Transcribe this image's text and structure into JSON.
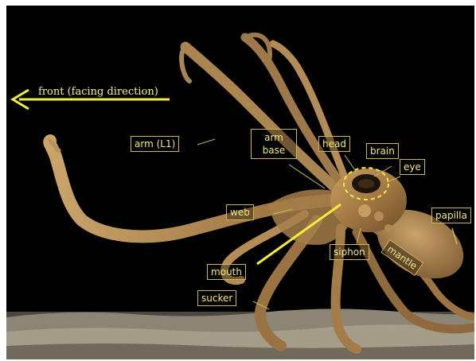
{
  "labels": {
    "front": "front (facing direction)",
    "arm_l1": "arm (L1)",
    "arm_base": "arm base",
    "head": "head",
    "brain": "brain",
    "eye": "eye",
    "web": "web",
    "papilla": "papilla",
    "mantle": "mantle",
    "siphon": "siphon",
    "mouth": "mouth",
    "sucker": "sucker"
  },
  "colors": {
    "label_text": "#f2e97a",
    "label_border": "#c9b94e",
    "arrow": "#f4ee3a",
    "background": "#000000",
    "octopus_body": "#a07a44",
    "seabed": "#8b8574"
  }
}
